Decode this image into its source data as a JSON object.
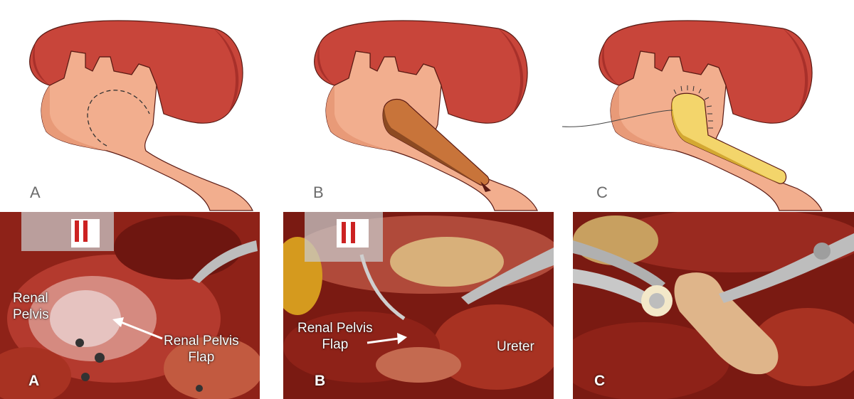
{
  "illustrations": [
    {
      "letter": "A",
      "description_icon": "kidney-pelvis-dashed-flap-outline"
    },
    {
      "letter": "B",
      "description_icon": "kidney-pelvis-flap-reflected"
    },
    {
      "letter": "C",
      "description_icon": "kidney-pelvis-flap-sutured"
    }
  ],
  "photos": [
    {
      "letter": "A",
      "labels": {
        "renal_pelvis": "Renal\nPelvis",
        "flap": "Renal Pelvis\nFlap"
      }
    },
    {
      "letter": "B",
      "labels": {
        "flap": "Renal Pelvis\nFlap",
        "ureter": "Ureter"
      }
    },
    {
      "letter": "C",
      "labels": {}
    }
  ],
  "colors": {
    "kidney_cortex": "#c8453a",
    "kidney_shadow": "#a8302a",
    "pelvis": "#f2ae8e",
    "pelvis_shadow": "#e89a78",
    "flap_b": "#c8743a",
    "flap_c": "#f3d56b",
    "tissue": "#8e2218"
  }
}
